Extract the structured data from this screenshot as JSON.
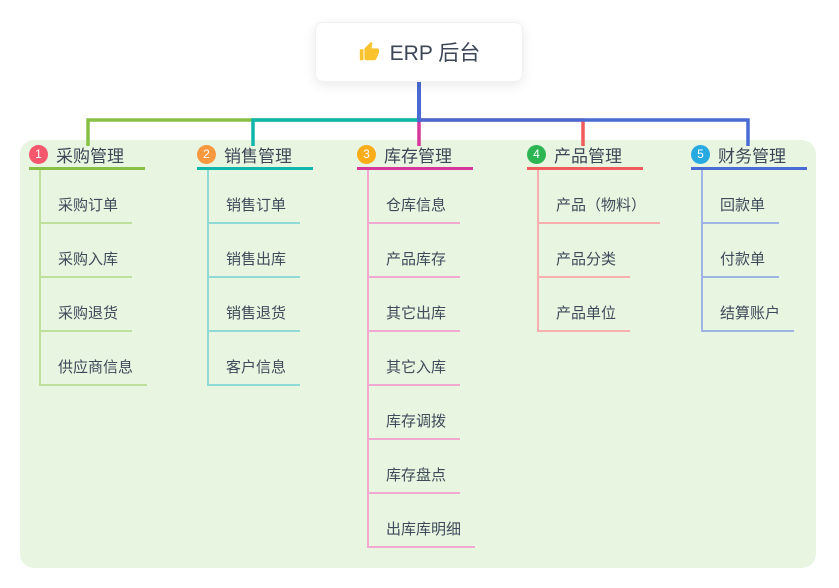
{
  "root": {
    "label": "ERP 后台",
    "icon": "thumbs-up-icon",
    "icon_color": "#F8C32C",
    "line_color": "#4A6BD4"
  },
  "panel": {
    "background": "#E8F6E1"
  },
  "branches": [
    {
      "badge": "1",
      "label": "采购管理",
      "colors": {
        "badge": "#F5576C",
        "line": "#87C044",
        "child_line": "#BFE09A"
      },
      "children": [
        "采购订单",
        "采购入库",
        "采购退货",
        "供应商信息"
      ]
    },
    {
      "badge": "2",
      "label": "销售管理",
      "colors": {
        "badge": "#F8983F",
        "line": "#0FB6AC",
        "child_line": "#8FDAD4"
      },
      "children": [
        "销售订单",
        "销售出库",
        "销售退货",
        "客户信息"
      ]
    },
    {
      "badge": "3",
      "label": "库存管理",
      "colors": {
        "badge": "#FBAD19",
        "line": "#D6379B",
        "child_line": "#F2A9CF"
      },
      "children": [
        "仓库信息",
        "产品库存",
        "其它出库",
        "其它入库",
        "库存调拨",
        "库存盘点",
        "出库库明细"
      ]
    },
    {
      "badge": "4",
      "label": "产品管理",
      "colors": {
        "badge": "#2EB553",
        "line": "#F25B5B",
        "child_line": "#F9AFAF"
      },
      "children": [
        "产品（物料）",
        "产品分类",
        "产品单位"
      ]
    },
    {
      "badge": "5",
      "label": "财务管理",
      "colors": {
        "badge": "#28A9E0",
        "line": "#4A6BD4",
        "child_line": "#9FB3E4"
      },
      "children": [
        "回款单",
        "付款单",
        "结算账户"
      ]
    }
  ]
}
